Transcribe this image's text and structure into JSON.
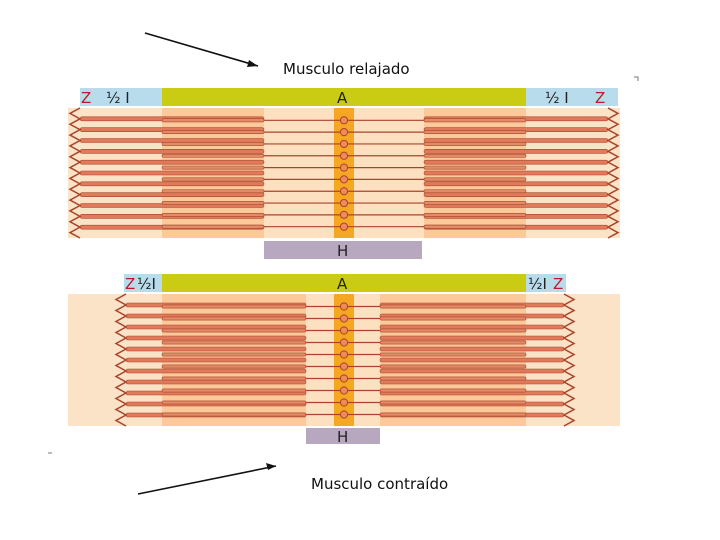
{
  "captions": {
    "relaxed": "Musculo relajado",
    "contracted": "Musculo contraído"
  },
  "relaxed": {
    "z_left": "Z",
    "half_i_left": "½ I",
    "a_band": "A",
    "half_i_right": "½ I",
    "z_right": "Z",
    "h_zone": "H"
  },
  "contracted": {
    "z_left": "Z",
    "half_i_left": "½I",
    "a_band": "A",
    "half_i_right": "½I",
    "z_right": "Z",
    "h_zone": "H"
  },
  "colors": {
    "z_text": "#c0182a",
    "i_band": "#b9dced",
    "a_band": "#c9cc12",
    "h_zone": "#b7a8c0",
    "muscle_bg": "#fbe3c8",
    "a_region": "#fbc99a",
    "m_line": "#f5a623",
    "filament": "#e07a5a",
    "filament_stroke": "#a8452c",
    "m_node": "#f08a5a"
  }
}
